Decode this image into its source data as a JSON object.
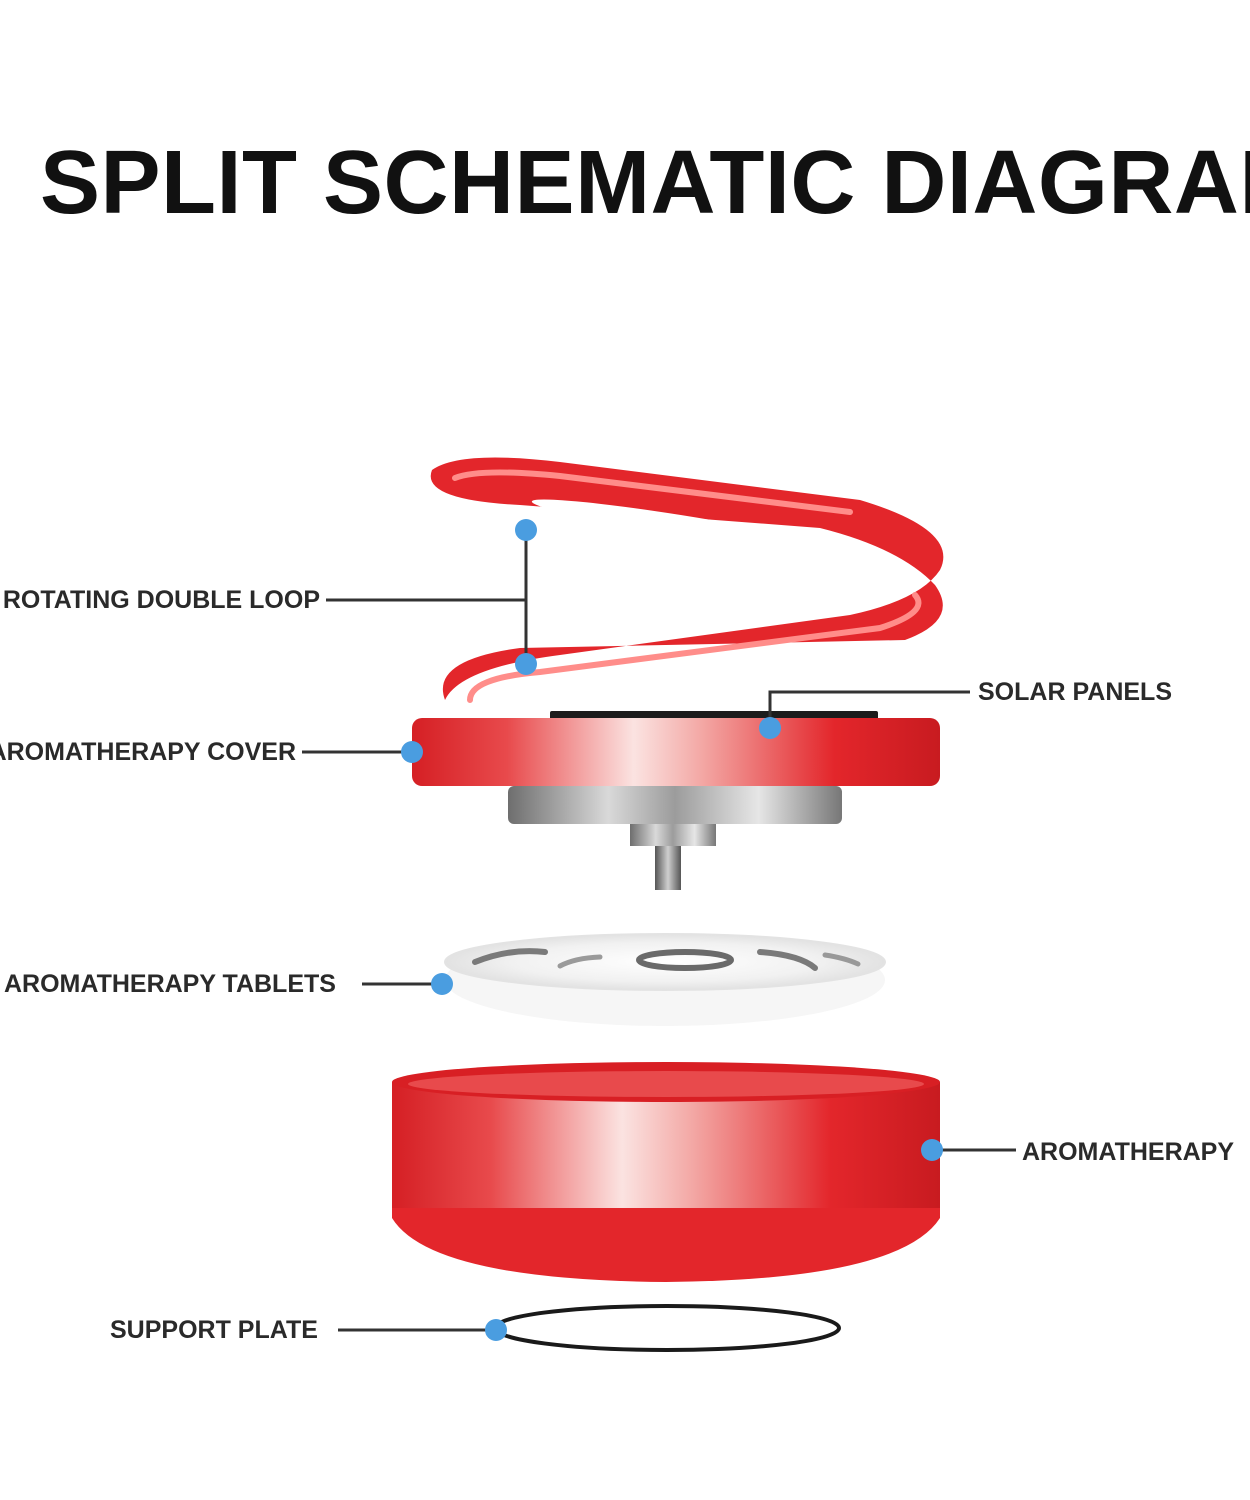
{
  "title": "SPLIT SCHEMATIC DIAGRAM",
  "labels": {
    "rotating_double_loop": "ROTATING DOUBLE LOOP",
    "solar_panels": "SOLAR PANELS",
    "aromatherapy_cover": "AROMATHERAPY COVER",
    "aromatherapy_tablets": "AROMATHERAPY TABLETS",
    "aromatherapy": "AROMATHERAPY",
    "support_plate": "SUPPORT PLATE"
  },
  "colors": {
    "part_red": "#e3262b",
    "part_red_light": "#f7c9c6",
    "metal": "#a8a8a8",
    "leader_dot": "#4a9de0",
    "leader_line": "#333333",
    "text": "#2a2a2a"
  }
}
